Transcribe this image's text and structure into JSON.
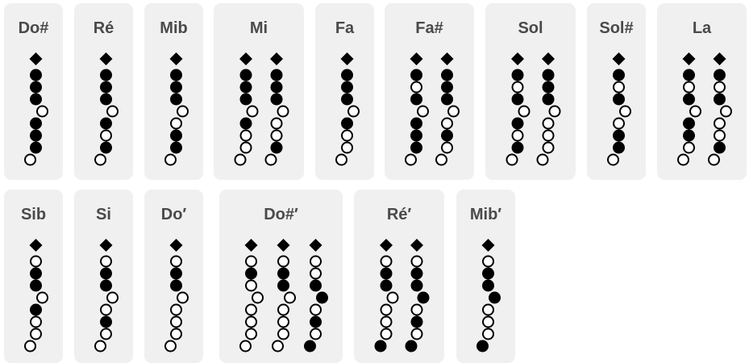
{
  "colors": {
    "card": "#f0f0f0",
    "title": "#4a4a4a",
    "ink": "#000000",
    "open": "#ffffff"
  },
  "notes": [
    {
      "label": "Do#",
      "fingerings": [
        {
          "holes": [
            "c",
            "c",
            "c",
            "o",
            "c",
            "c",
            "c",
            "o"
          ]
        }
      ]
    },
    {
      "label": "Ré",
      "fingerings": [
        {
          "holes": [
            "c",
            "c",
            "c",
            "o",
            "c",
            "o",
            "c",
            "o"
          ]
        }
      ]
    },
    {
      "label": "Mib",
      "fingerings": [
        {
          "holes": [
            "c",
            "c",
            "c",
            "o",
            "o",
            "c",
            "c",
            "o"
          ]
        }
      ]
    },
    {
      "label": "Mi",
      "fingerings": [
        {
          "holes": [
            "c",
            "c",
            "c",
            "o",
            "c",
            "o",
            "o",
            "o"
          ]
        },
        {
          "holes": [
            "c",
            "c",
            "c",
            "o",
            "o",
            "o",
            "c",
            "o"
          ]
        }
      ]
    },
    {
      "label": "Fa",
      "fingerings": [
        {
          "holes": [
            "c",
            "c",
            "c",
            "o",
            "c",
            "o",
            "o",
            "o"
          ]
        }
      ]
    },
    {
      "label": "Fa#",
      "fingerings": [
        {
          "holes": [
            "c",
            "o",
            "c",
            "o",
            "c",
            "c",
            "c",
            "o"
          ]
        },
        {
          "holes": [
            "c",
            "c",
            "c",
            "o",
            "o",
            "c",
            "o",
            "o"
          ]
        }
      ]
    },
    {
      "label": "Sol",
      "fingerings": [
        {
          "holes": [
            "c",
            "o",
            "c",
            "o",
            "c",
            "o",
            "c",
            "o"
          ]
        },
        {
          "holes": [
            "c",
            "c",
            "c",
            "o",
            "o",
            "o",
            "o",
            "o"
          ]
        }
      ]
    },
    {
      "label": "Sol#",
      "fingerings": [
        {
          "holes": [
            "c",
            "o",
            "c",
            "o",
            "o",
            "c",
            "c",
            "o"
          ]
        }
      ]
    },
    {
      "label": "La",
      "fingerings": [
        {
          "holes": [
            "c",
            "o",
            "c",
            "o",
            "c",
            "c",
            "o",
            "o"
          ]
        },
        {
          "holes": [
            "c",
            "o",
            "c",
            "o",
            "o",
            "o",
            "c",
            "o"
          ]
        }
      ]
    },
    {
      "label": "Sib",
      "fingerings": [
        {
          "holes": [
            "o",
            "c",
            "c",
            "o",
            "c",
            "o",
            "o",
            "o"
          ]
        }
      ]
    },
    {
      "label": "Si",
      "fingerings": [
        {
          "holes": [
            "o",
            "c",
            "c",
            "o",
            "o",
            "c",
            "o",
            "o"
          ]
        }
      ]
    },
    {
      "label": "Do′",
      "fingerings": [
        {
          "holes": [
            "o",
            "c",
            "c",
            "o",
            "o",
            "o",
            "o",
            "o"
          ]
        }
      ]
    },
    {
      "label": "Do#′",
      "fingerings": [
        {
          "holes": [
            "o",
            "c",
            "o",
            "o",
            "o",
            "o",
            "o",
            "o"
          ]
        },
        {
          "holes": [
            "o",
            "c",
            "c",
            "o",
            "o",
            "o",
            "o",
            "o"
          ]
        },
        {
          "holes": [
            "o",
            "o",
            "c",
            "c",
            "o",
            "c",
            "o",
            "c"
          ]
        }
      ]
    },
    {
      "label": "Ré′",
      "fingerings": [
        {
          "holes": [
            "o",
            "c",
            "c",
            "o",
            "o",
            "o",
            "o",
            "c"
          ]
        },
        {
          "holes": [
            "o",
            "c",
            "c",
            "c",
            "o",
            "c",
            "o",
            "c"
          ]
        }
      ]
    },
    {
      "label": "Mib′",
      "fingerings": [
        {
          "holes": [
            "o",
            "c",
            "c",
            "c",
            "o",
            "o",
            "o",
            "c"
          ]
        }
      ]
    }
  ]
}
